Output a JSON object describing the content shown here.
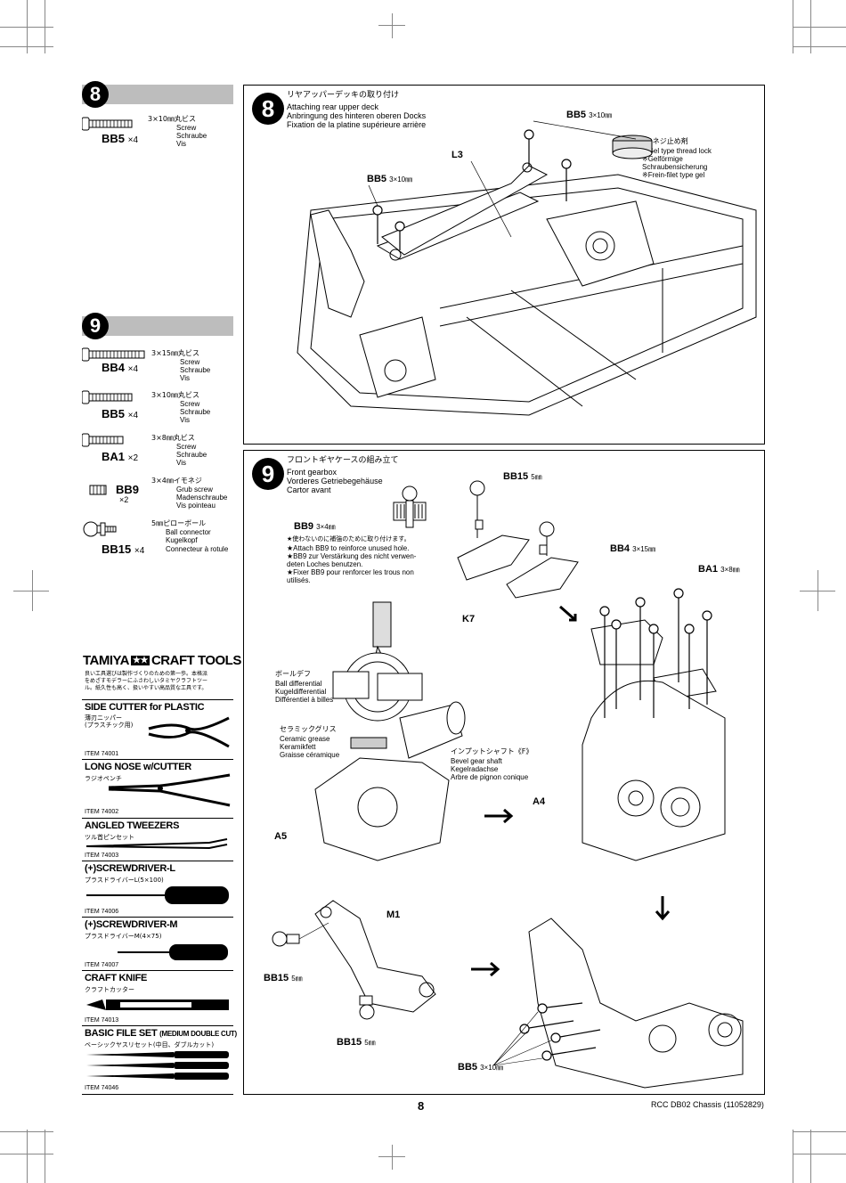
{
  "crop_marks": true,
  "left_column": {
    "section8": {
      "number": "8",
      "parts": [
        {
          "code": "BB5",
          "qty": "×4",
          "size": "3×10㎜丸ビス",
          "en": "Screw",
          "de": "Schraube",
          "fr": "Vis"
        }
      ]
    },
    "section9": {
      "number": "9",
      "parts": [
        {
          "code": "BB4",
          "qty": "×4",
          "size": "3×15㎜丸ビス",
          "en": "Screw",
          "de": "Schraube",
          "fr": "Vis"
        },
        {
          "code": "BB5",
          "qty": "×4",
          "size": "3×10㎜丸ビス",
          "en": "Screw",
          "de": "Schraube",
          "fr": "Vis"
        },
        {
          "code": "BA1",
          "qty": "×2",
          "size": "3×8㎜丸ビス",
          "en": "Screw",
          "de": "Schraube",
          "fr": "Vis"
        },
        {
          "code": "BB9",
          "qty": "×2",
          "size": "3×4㎜イモネジ",
          "en": "Grub screw",
          "de": "Madenschraube",
          "fr": "Vis pointeau"
        },
        {
          "code": "BB15",
          "qty": "×4",
          "size": "5㎜ピローボール",
          "en": "Ball connector",
          "de": "Kugelkopf",
          "fr": "Connecteur à rotule"
        }
      ]
    },
    "craft_tools": {
      "brand": "TAMIYA",
      "title": "CRAFT TOOLS",
      "intro_line1": "良い工具選びは製作づくりのための第一歩。本格派",
      "intro_line2": "をめざすモデラーにふさわしいタミヤクラフトツー",
      "intro_line3": "ル。紙久性も高く、扱いやすい高品質な工具です。",
      "tools": [
        {
          "name": "SIDE CUTTER for PLASTIC",
          "jp": "薄刃ニッパー\n(プラスチック用)",
          "item": "ITEM 74001",
          "icon": "side-cutter-icon"
        },
        {
          "name": "LONG NOSE w/CUTTER",
          "jp": "ラジオペンチ",
          "item": "ITEM 74002",
          "icon": "long-nose-pliers-icon"
        },
        {
          "name": "ANGLED TWEEZERS",
          "jp": "ツル首ピンセット",
          "item": "ITEM 74003",
          "icon": "tweezers-icon"
        },
        {
          "name": "(+)SCREWDRIVER-L",
          "jp": "プラスドライバーL(5×100)",
          "item": "ITEM 74006",
          "icon": "screwdriver-l-icon"
        },
        {
          "name": "(+)SCREWDRIVER-M",
          "jp": "プラスドライバーM(4×75)",
          "item": "ITEM 74007",
          "icon": "screwdriver-m-icon"
        },
        {
          "name": "CRAFT KNIFE",
          "jp": "クラフトカッター",
          "item": "ITEM 74013",
          "icon": "craft-knife-icon"
        },
        {
          "name": "BASIC FILE SET",
          "name_suffix": "(MEDIUM DOUBLE CUT)",
          "jp": "ベーシックヤスリセット(中目、ダブルカット)",
          "item": "ITEM 74046",
          "icon": "file-set-icon"
        }
      ]
    }
  },
  "step8": {
    "number": "8",
    "title_jp": "リヤアッパーデッキの取り付け",
    "title_en": "Attaching rear upper deck",
    "title_de": "Anbringung des hinteren oberen Docks",
    "title_fr": "Fixation de la platine supérieure arrière",
    "labels": {
      "bb5_top": "BB5",
      "bb5_top_size": "3×10㎜",
      "bb5_left": "BB5",
      "bb5_left_size": "3×10㎜",
      "l3": "L3"
    },
    "thread_lock_note": {
      "jp": "※ネジ止め剤",
      "en": "※Gel type thread lock",
      "de1": "※Gelförmige",
      "de2": "Schraubensicherung",
      "fr": "※Frein-filet type gel"
    }
  },
  "step9": {
    "number": "9",
    "title_jp": "フロントギヤケースの組み立て",
    "title_en": "Front gearbox",
    "title_de": "Vorderes Getriebegehäuse",
    "title_fr": "Cartor avant",
    "bb9_note": {
      "code": "BB9",
      "size": "3×4㎜",
      "jp": "★使わないのに補強のために取り付けます。",
      "en": "★Attach BB9 to reinforce unused hole.",
      "de1": "★BB9 zur Verstärkung des nicht verwen-",
      "de2": "deten Loches benutzen.",
      "fr1": "★Fixer BB9 pour renforcer les trous non",
      "fr2": "utilisés."
    },
    "labels": {
      "bb15_top": "BB15",
      "bb15_top_size": "5㎜",
      "k7": "K7",
      "bb4": "BB4",
      "bb4_size": "3×15㎜",
      "ba1": "BA1",
      "ba1_size": "3×8㎜",
      "a4": "A4",
      "a5": "A5",
      "m1": "M1",
      "bb15_left": "BB15",
      "bb15_left_size": "5㎜",
      "bb15_bottom": "BB15",
      "bb15_bottom_size": "5㎜",
      "bb5_bottom": "BB5",
      "bb5_bottom_size": "3×10㎜"
    },
    "callouts": {
      "ball_diff": {
        "jp": "ボールデフ",
        "en": "Ball differential",
        "de": "Kugeldifferential",
        "fr": "Différentiel à billes"
      },
      "grease": {
        "jp": "セラミックグリス",
        "en": "Ceramic grease",
        "de": "Keramikfett",
        "fr": "Graisse céramique"
      },
      "input_shaft": {
        "jp": "インプットシャフト《F》",
        "en": "Bevel gear shaft",
        "de": "Kegelradachse",
        "fr": "Arbre de pignon conique"
      }
    }
  },
  "footer": {
    "page_number": "8",
    "doc_id": "RCC DB02 Chassis (11052829)"
  }
}
